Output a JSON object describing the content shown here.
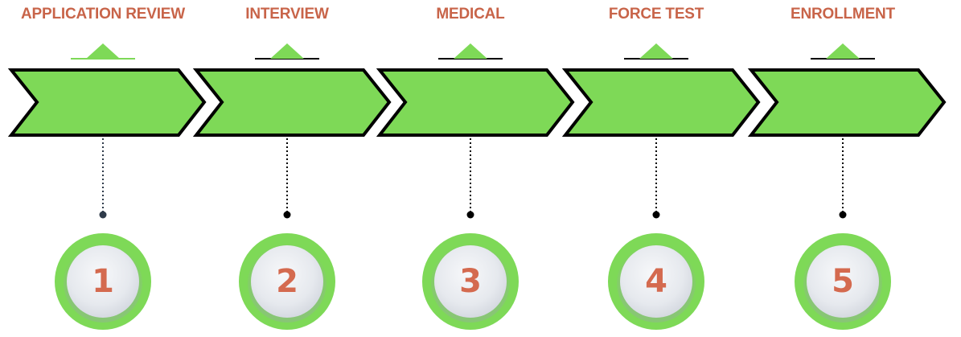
{
  "colors": {
    "accent_green": "#7ed957",
    "title_text": "#c86449",
    "number_text": "#d46a4f",
    "outline": "#000000",
    "disc_fill": "#eef0f4"
  },
  "steps": [
    {
      "title": "APPLICATION  REVIEW",
      "number": "1",
      "icon": "triangle-up-icon"
    },
    {
      "title": "INTERVIEW",
      "number": "2",
      "icon": "triangle-up-icon"
    },
    {
      "title": "MEDICAL",
      "number": "3",
      "icon": "triangle-up-icon"
    },
    {
      "title": "FORCE TEST",
      "number": "4",
      "icon": "triangle-up-icon"
    },
    {
      "title": "ENROLLMENT",
      "number": "5",
      "icon": "triangle-up-icon"
    }
  ]
}
